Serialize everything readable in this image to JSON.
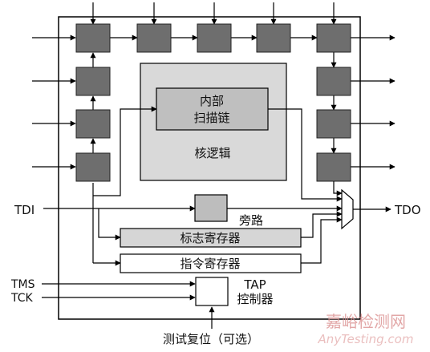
{
  "labels": {
    "internal_chain_line1": "内部",
    "internal_chain_line2": "扫描链",
    "core_logic": "核逻辑",
    "tdi": "TDI",
    "tdo": "TDO",
    "bypass": "旁路",
    "flag_register": "标志寄存器",
    "instruction_register": "指令寄存器",
    "tms": "TMS",
    "tck": "TCK",
    "tap_line1": "TAP",
    "tap_line2": "控制器",
    "test_reset": "测试复位（可选）"
  },
  "watermark": {
    "line1": "嘉峪检测网",
    "line2": "AnyTesting.com"
  },
  "colors": {
    "boundary_cell": "#6e6e6e",
    "core_fill": "#d9d9d9",
    "internal_chain_fill": "#bfbfbf",
    "bypass_fill": "#bdbdbd",
    "flag_register_fill": "#d6d6d6",
    "instruction_register_fill": "#ffffff",
    "line": "#000000",
    "watermark_primary": "#d98a8a",
    "watermark_secondary": "#e6b0b0"
  }
}
